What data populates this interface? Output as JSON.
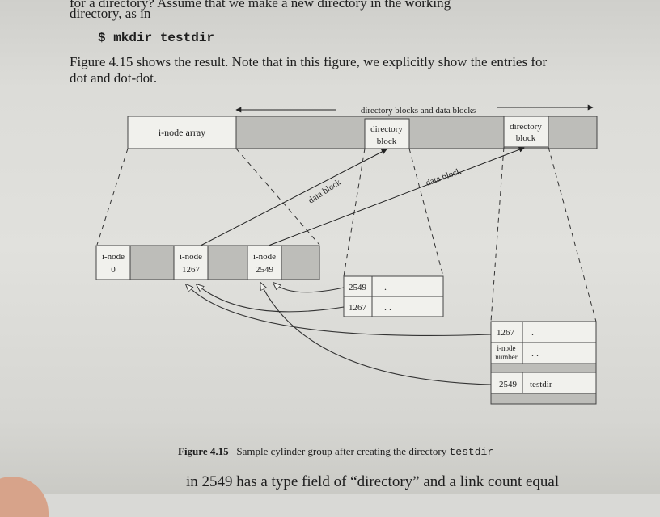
{
  "text": {
    "top_partial": "                  for a directory?  Assume that we make a new directory in the working",
    "line_directory": "directory, as in",
    "command": "$ mkdir testdir",
    "para_line1": "Figure 4.15 shows the result.  Note that in this figure, we explicitly show the entries for",
    "para_line2": "dot and dot-dot.",
    "bottom_partial": "         in 2549 has a type field of “directory” and a link count equal"
  },
  "diagram": {
    "header_label": "directory blocks and data blocks",
    "inode_array": "i-node array",
    "dir_block_1": [
      "directory",
      "block"
    ],
    "dir_block_2": [
      "directory",
      "block"
    ],
    "data_block_label_1": "data block",
    "data_block_label_2": "data block",
    "inodes": [
      {
        "line1": "i-node",
        "line2": "0"
      },
      {
        "line1": "i-node",
        "line2": "1267"
      },
      {
        "line1": "i-node",
        "line2": "2549"
      }
    ],
    "small_dir": [
      {
        "inode": "2549",
        "name": "."
      },
      {
        "inode": "1267",
        "name": ". ."
      }
    ],
    "large_dir": [
      {
        "inode": "1267",
        "name": "."
      },
      {
        "inode_line1": "i-node",
        "inode_line2": "number",
        "name": ". ."
      },
      {
        "inode": "2549",
        "name": "testdir"
      }
    ]
  },
  "caption": {
    "figure": "Figure 4.15",
    "text": "Sample cylinder group after creating the directory",
    "code": "testdir"
  }
}
